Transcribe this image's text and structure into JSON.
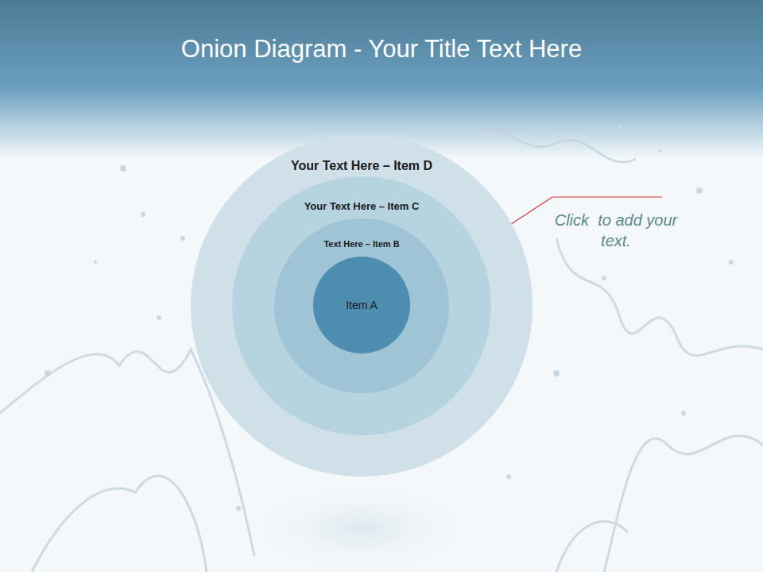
{
  "diagram": {
    "title": "Onion Diagram - Your Title Text Here",
    "nodes": [
      {
        "text": [
          "Your Text Here – Item D"
        ]
      },
      {
        "text": [
          "Your Text Here – Item C"
        ],
        "in": 0
      },
      {
        "text": [
          "Text Here – Item B"
        ],
        "in": 1
      },
      {
        "text": [
          "Item A"
        ],
        "in": 2
      }
    ],
    "labels": [
      "Click  to add your text."
    ]
  }
}
